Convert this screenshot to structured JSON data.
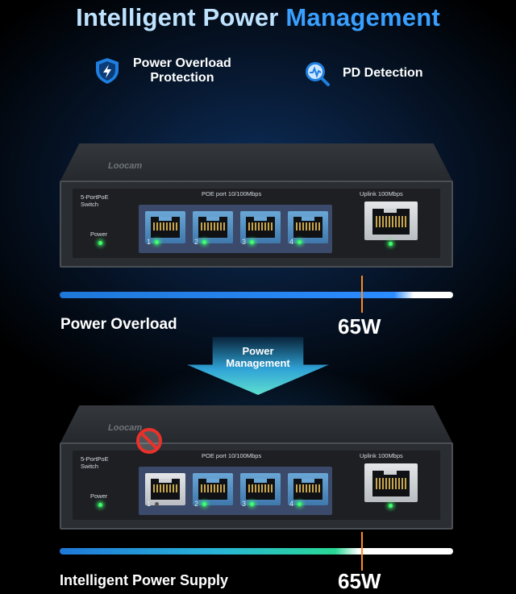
{
  "title": {
    "part1": "Intelligent Power ",
    "part2": "Management"
  },
  "features": [
    {
      "icon": "shield-lightning-icon",
      "line1": "Power Overload",
      "line2": "Protection"
    },
    {
      "icon": "magnifier-pulse-icon",
      "label": "PD Detection"
    }
  ],
  "switch": {
    "brand": "Loocam",
    "model_line1": "5-PortPoE",
    "model_line2": "Switch",
    "power_label": "Power",
    "poe_label": "POE port 10/100Mbps",
    "uplink_label": "Uplink 100Mbps",
    "port_numbers": [
      "1",
      "2",
      "3",
      "4"
    ]
  },
  "top": {
    "bar_label": "Power Overload",
    "watt": "65W"
  },
  "transition": {
    "line1": "Power",
    "line2": "Management"
  },
  "bottom": {
    "bar_label": "Intelligent Power Supply",
    "watt": "65W",
    "port1_state": "disabled"
  },
  "colors": {
    "accent_blue": "#3aa0ff",
    "led_green": "#3dff6b",
    "marker_orange": "#ff8a1f"
  }
}
